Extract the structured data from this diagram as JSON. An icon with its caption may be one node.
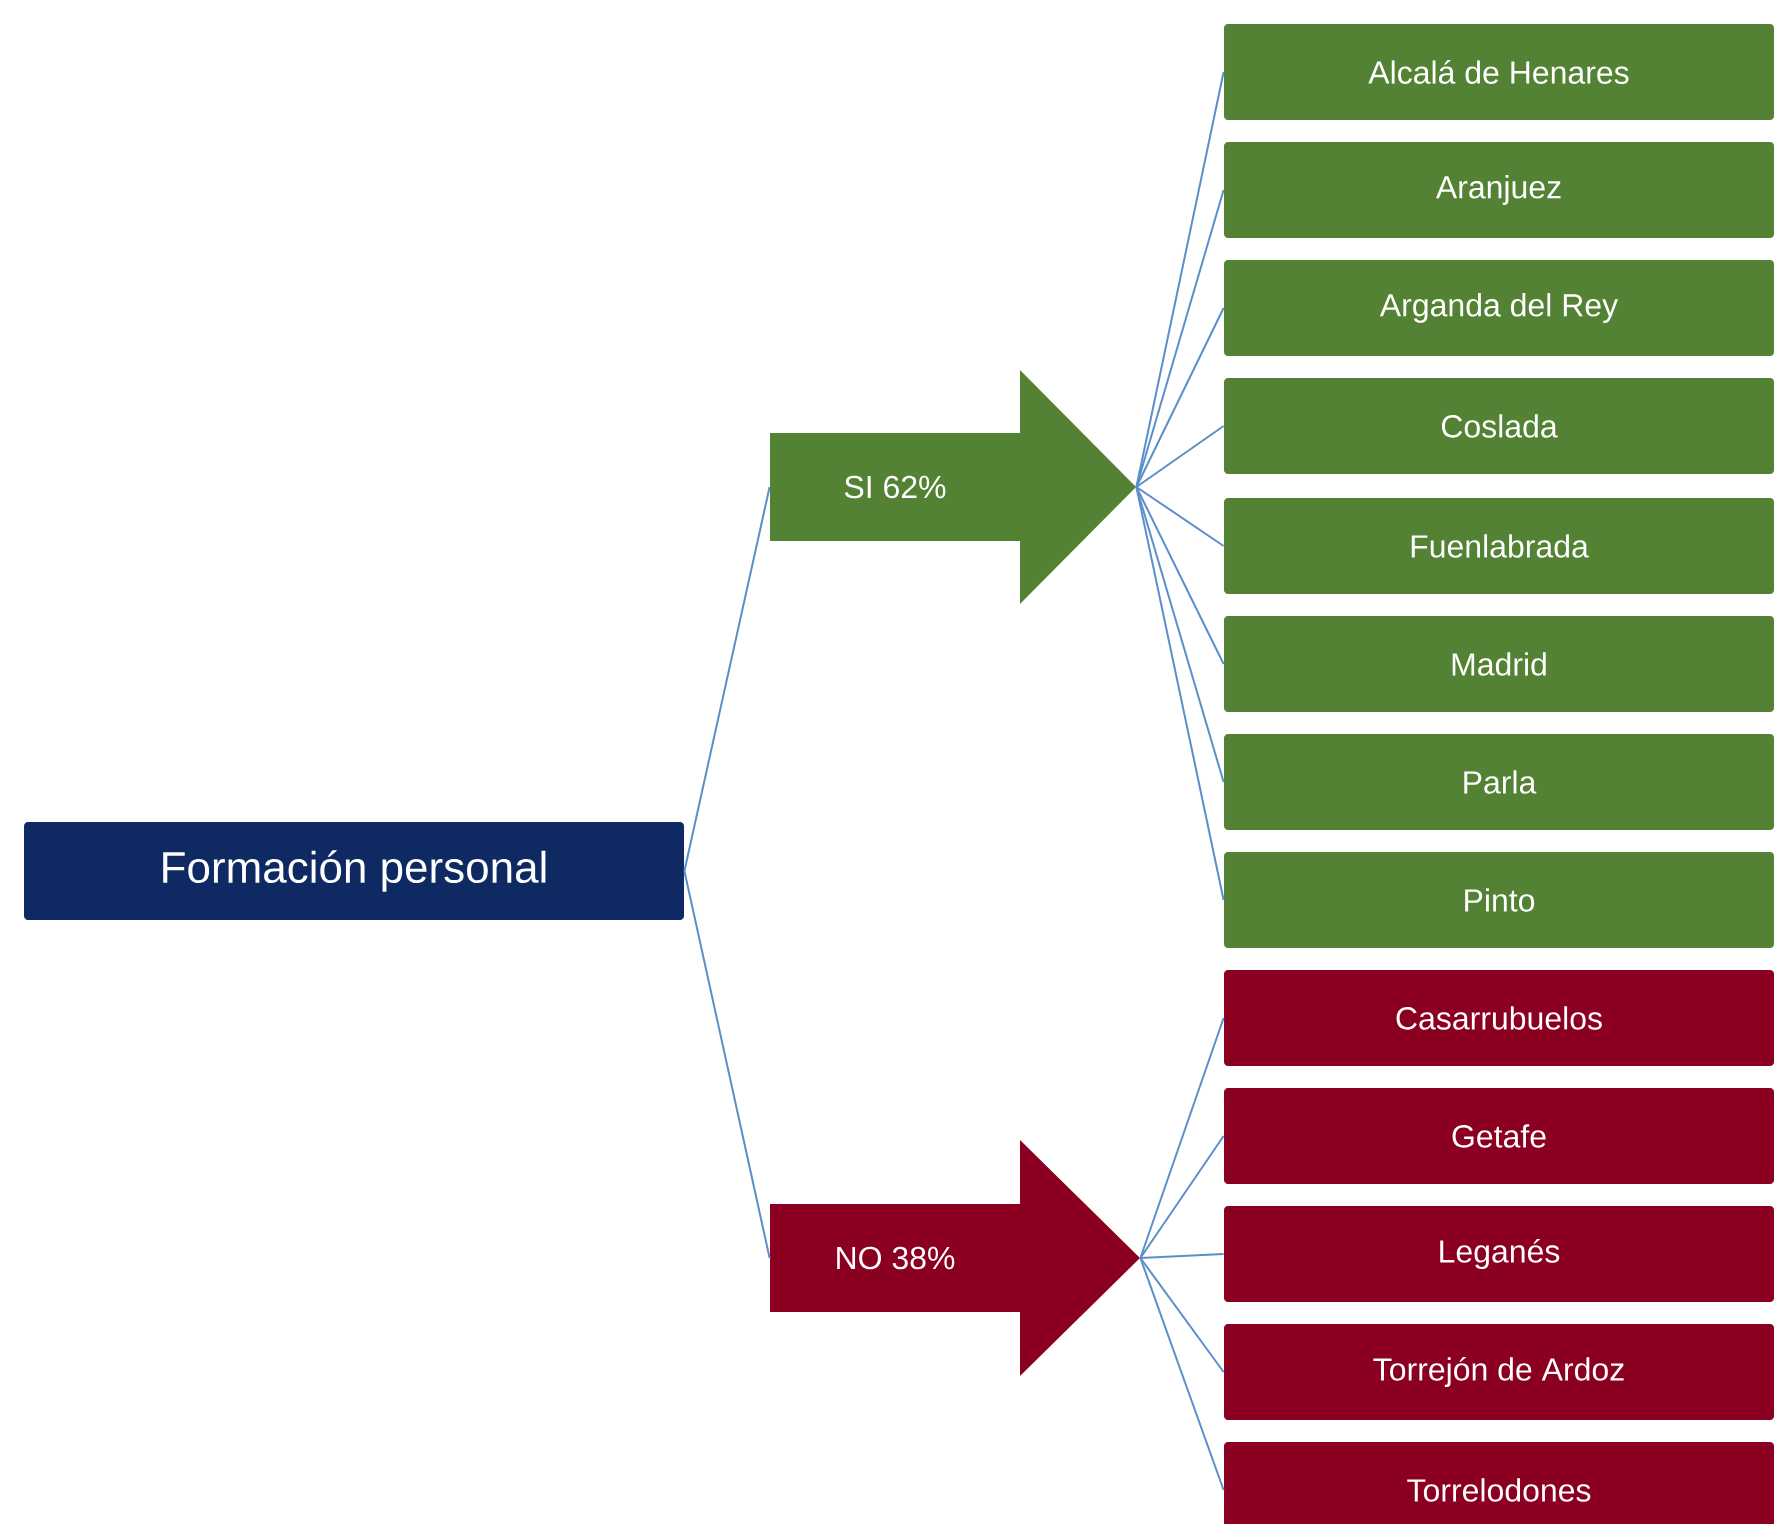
{
  "diagram": {
    "nodes": [
      {
        "text": [
          "Formación personal"
        ]
      },
      {
        "text": [
          "SI 62%"
        ]
      },
      {
        "text": [
          "Alcalá de Henares"
        ]
      },
      {
        "text": [
          "Aranjuez"
        ]
      },
      {
        "text": [
          "Arganda del Rey"
        ]
      },
      {
        "text": [
          "Coslada"
        ]
      },
      {
        "text": [
          "Fuenlabrada"
        ]
      },
      {
        "text": [
          "Madrid"
        ]
      },
      {
        "text": [
          "Parla"
        ]
      },
      {
        "text": [
          "Pinto"
        ]
      },
      {
        "text": [
          "NO 38%"
        ]
      },
      {
        "text": [
          "Casarrubuelos"
        ]
      },
      {
        "text": [
          "Getafe"
        ]
      },
      {
        "text": [
          "Leganés"
        ]
      },
      {
        "text": [
          "Torrejón de Ardoz"
        ]
      },
      {
        "text": [
          "Torrelodones"
        ]
      }
    ],
    "edges": [
      {
        "from": 0,
        "to": 1,
        "arrow": "none"
      },
      {
        "from": 0,
        "to": 10,
        "arrow": "none"
      },
      {
        "from": 1,
        "to": 2,
        "arrow": "none"
      },
      {
        "from": 1,
        "to": 3,
        "arrow": "none"
      },
      {
        "from": 1,
        "to": 4,
        "arrow": "none"
      },
      {
        "from": 1,
        "to": 5,
        "arrow": "none"
      },
      {
        "from": 1,
        "to": 6,
        "arrow": "none"
      },
      {
        "from": 1,
        "to": 7,
        "arrow": "none"
      },
      {
        "from": 1,
        "to": 8,
        "arrow": "none"
      },
      {
        "from": 1,
        "to": 9,
        "arrow": "none"
      },
      {
        "from": 10,
        "to": 11,
        "arrow": "none"
      },
      {
        "from": 10,
        "to": 12,
        "arrow": "none"
      },
      {
        "from": 10,
        "to": 13,
        "arrow": "none"
      },
      {
        "from": 10,
        "to": 14,
        "arrow": "none"
      },
      {
        "from": 10,
        "to": 15,
        "arrow": "none"
      }
    ]
  }
}
